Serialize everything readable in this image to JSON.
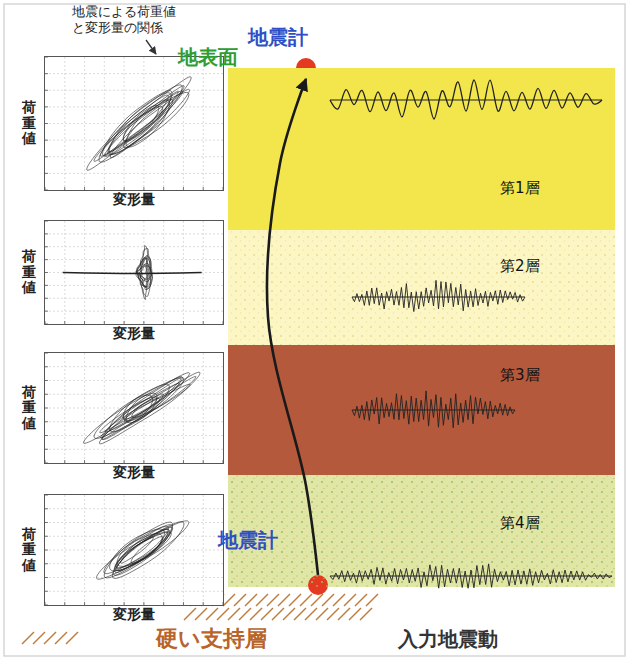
{
  "diagram": {
    "nodes": [
      {
        "text": [
          "地震計"
        ]
      },
      {
        "text": [
          "第1層"
        ]
      },
      {
        "text": [
          "第2層"
        ]
      },
      {
        "text": [
          "第3層"
        ]
      },
      {
        "text": [
          "第4層"
        ]
      },
      {
        "text": [
          "地震計"
        ]
      },
      {
        "text": [
          "荷重値",
          "変形量"
        ]
      },
      {
        "text": [
          "荷重値",
          "変形量"
        ]
      },
      {
        "text": [
          "荷重値",
          "変形量"
        ]
      },
      {
        "text": [
          "荷重値",
          "変形量"
        ]
      }
    ],
    "edges": [
      {
        "from": 5,
        "to": 0,
        "arrow": "to"
      }
    ],
    "labels": [
      "地震による荷重値と変形量の関係",
      "地表面",
      "硬い支持層",
      "入力地震動"
    ]
  }
}
